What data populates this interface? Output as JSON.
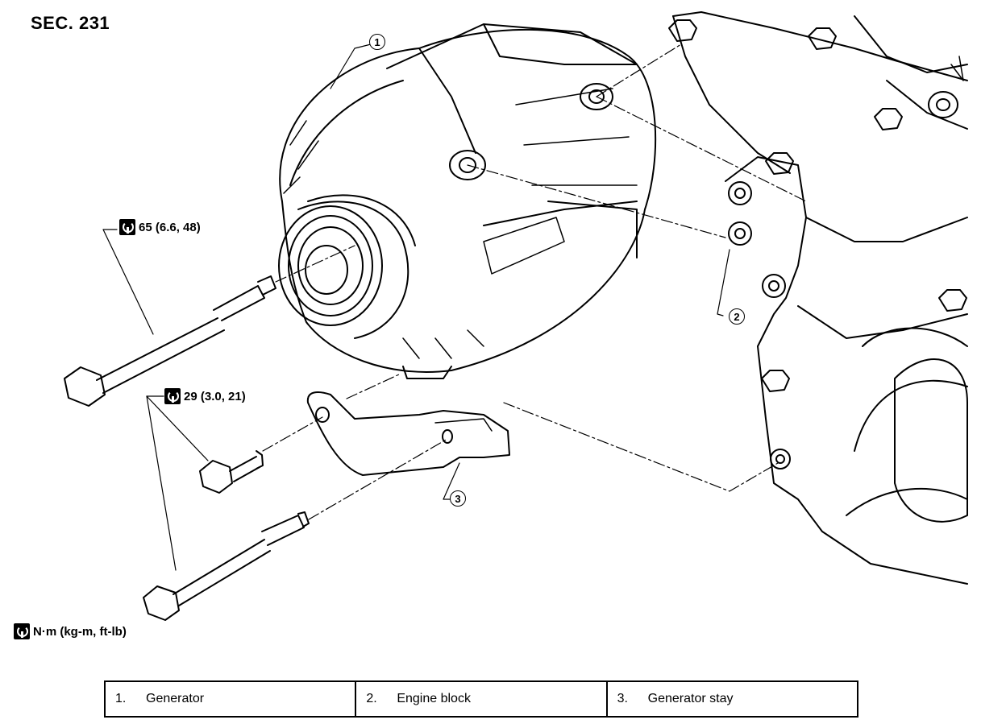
{
  "section": "SEC. 231",
  "torques": {
    "top": "65 (6.6, 48)",
    "middle": "29 (3.0, 21)",
    "unit_legend": "N·m (kg-m, ft-lb)"
  },
  "callouts": {
    "c1": "1",
    "c2": "2",
    "c3": "3"
  },
  "icons": {
    "torque": "wrench-torque-icon"
  },
  "legend": [
    {
      "num": "1.",
      "label": "Generator"
    },
    {
      "num": "2.",
      "label": "Engine block"
    },
    {
      "num": "3.",
      "label": "Generator stay"
    }
  ]
}
